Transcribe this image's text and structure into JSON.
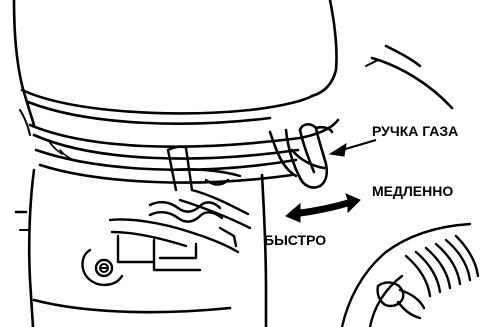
{
  "labels": {
    "throttle_handle": "РУЧКА ГАЗА",
    "slow": "МЕДЛЕННО",
    "fast": "БЫСТРО"
  },
  "colors": {
    "ink": "#000000",
    "paper": "#ffffff"
  }
}
